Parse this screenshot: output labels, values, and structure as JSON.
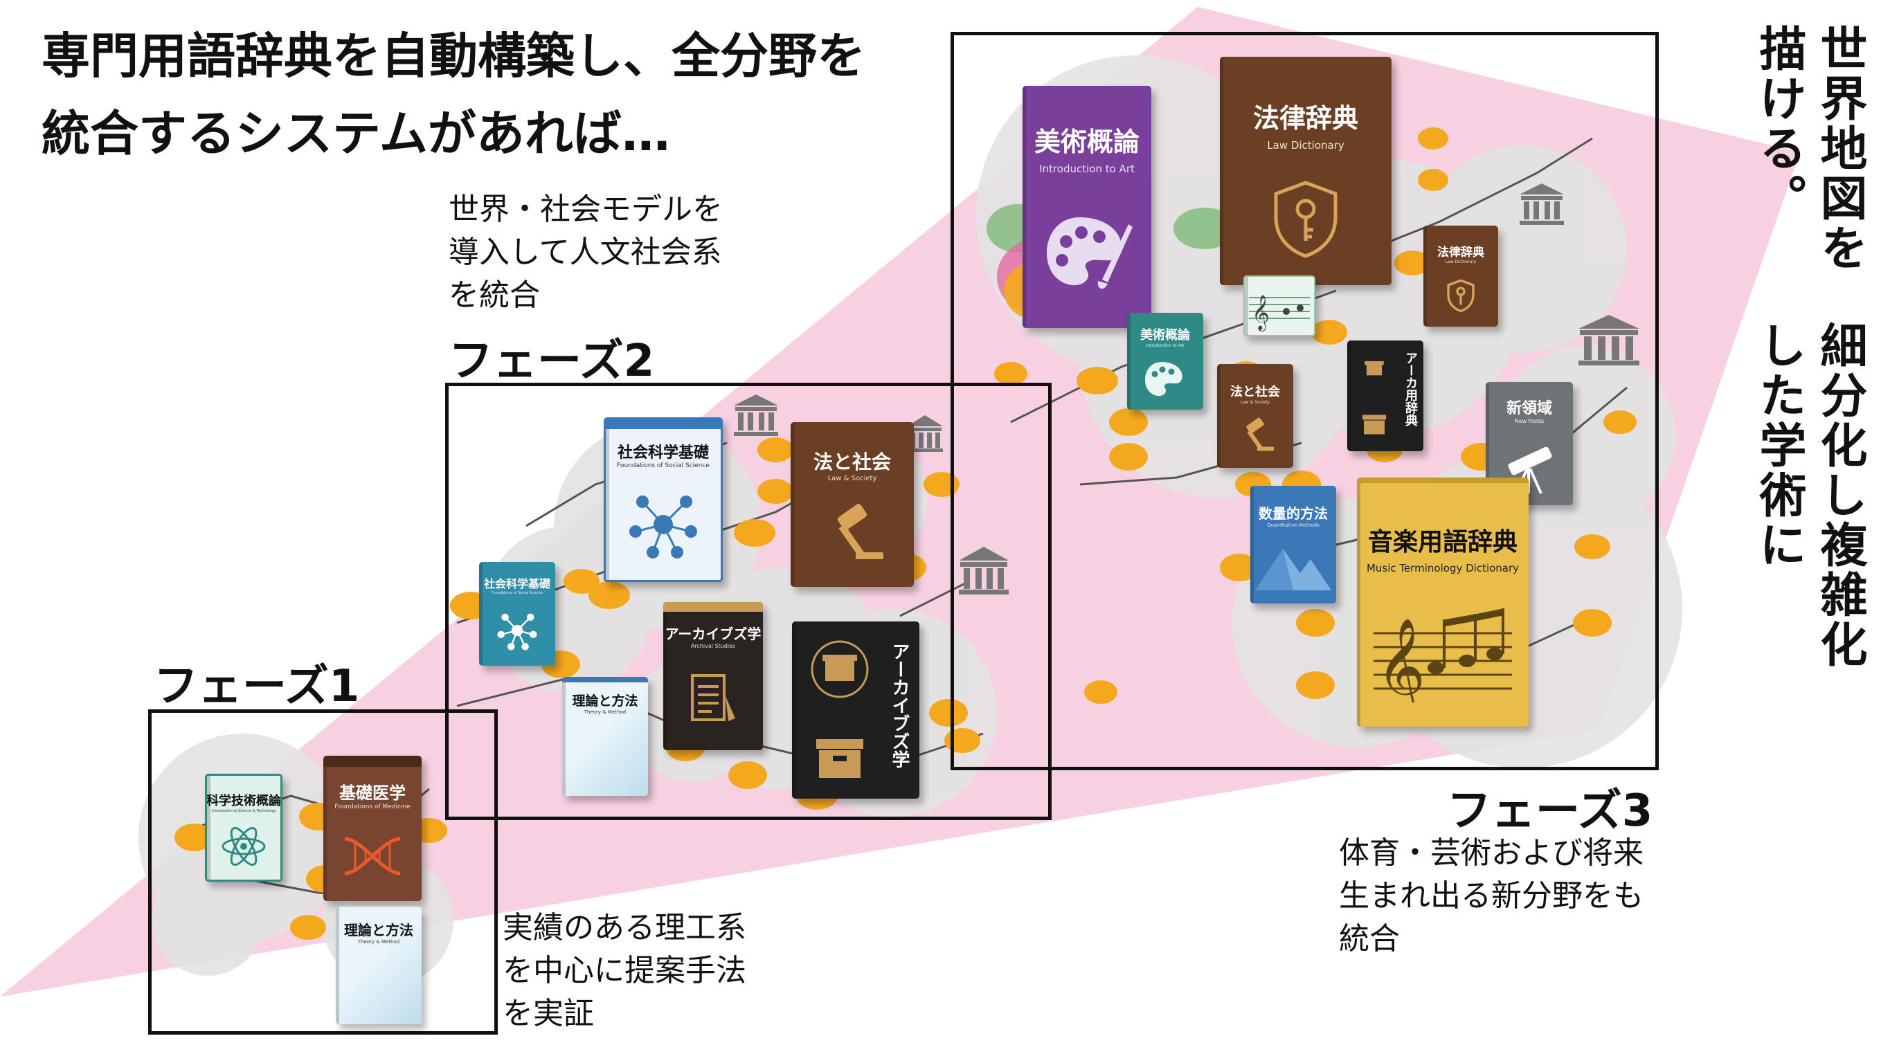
{
  "heading": {
    "line1": "専門用語辞典を自動構築し、全分野を",
    "line2": "統合するシステムがあれば…"
  },
  "side_text": {
    "col1": "細分化し複雑化した学術に",
    "col2": "世界地図を描ける。"
  },
  "phases": [
    {
      "label": "フェーズ1",
      "desc": [
        "実績のある理工系",
        "を中心に提案手法",
        "を実証"
      ]
    },
    {
      "label": "フェーズ2",
      "desc": [
        "世界・社会モデルを",
        "導入して人文社会系",
        "を統合"
      ]
    },
    {
      "label": "フェーズ3",
      "desc": [
        "体育・芸術および将来",
        "生まれ出る新分野をも",
        "統合"
      ]
    }
  ],
  "books": {
    "p1_sci": {
      "title": "科学技術概論",
      "sub": "Introduction to Science & Technology",
      "icon": "atom-icon"
    },
    "p1_med": {
      "title": "基礎医学",
      "sub": "Foundations of Medicine",
      "icon": "dna-icon"
    },
    "p1_theory": {
      "title": "理論と方法",
      "sub": "Theory & Method"
    },
    "p2_soc_big": {
      "title": "社会科学基礎",
      "sub": "Foundations of Social Science",
      "icon": "network-icon"
    },
    "p2_soc_small": {
      "title": "社会科学基礎",
      "sub": "Foundations of Social Science",
      "icon": "network-icon"
    },
    "p2_law": {
      "title": "法と社会",
      "sub": "Law & Society",
      "icon": "gavel-icon"
    },
    "p2_arch": {
      "title": "アーカイブズ学",
      "sub": "Archival Studies",
      "icon": "document-icon"
    },
    "p2_theory": {
      "title": "理論と方法",
      "sub": "Theory & Method"
    },
    "p2_arch_black": {
      "title": "アーカイブズ学",
      "icon": "archive-box-icon"
    },
    "p3_art": {
      "title": "美術概論",
      "sub": "Introduction to Art",
      "icon": "palette-icon"
    },
    "p3_law_dict": {
      "title": "法律辞典",
      "sub": "Law Dictionary",
      "icon": "shield-key-icon"
    },
    "p3_art_small": {
      "title": "美術概論",
      "sub": "Introduction to Art",
      "icon": "palette-icon"
    },
    "p3_law_society": {
      "title": "法と社会",
      "sub": "Law & Society",
      "icon": "gavel-icon"
    },
    "p3_law_dict_small": {
      "title": "法律辞典",
      "sub": "Law Dictionary",
      "icon": "shield-key-icon"
    },
    "p3_arch_dict": {
      "title": "アーカ用辞典",
      "icon": "archive-box-icon"
    },
    "p3_new": {
      "title": "新領域",
      "sub": "New Fields",
      "icon": "telescope-icon"
    },
    "p3_quant": {
      "title": "数量的方法",
      "sub": "Quantitative Methods",
      "icon": "mountain-icon"
    },
    "p3_music": {
      "title": "音楽用語辞典",
      "sub": "Music Terminology Dictionary",
      "icon": "music-notes-icon"
    }
  },
  "colors": {
    "pink_band": "#f6c9dc",
    "blob": "#e6e6e6",
    "node": "#f4a81e",
    "purple": "#7a3f9b",
    "brown": "#6b3f24",
    "teal": "#2f8a86",
    "blue": "#3a78b8",
    "gold": "#e8bd4a",
    "black": "#1f1f1f",
    "gray": "#6e7378"
  }
}
